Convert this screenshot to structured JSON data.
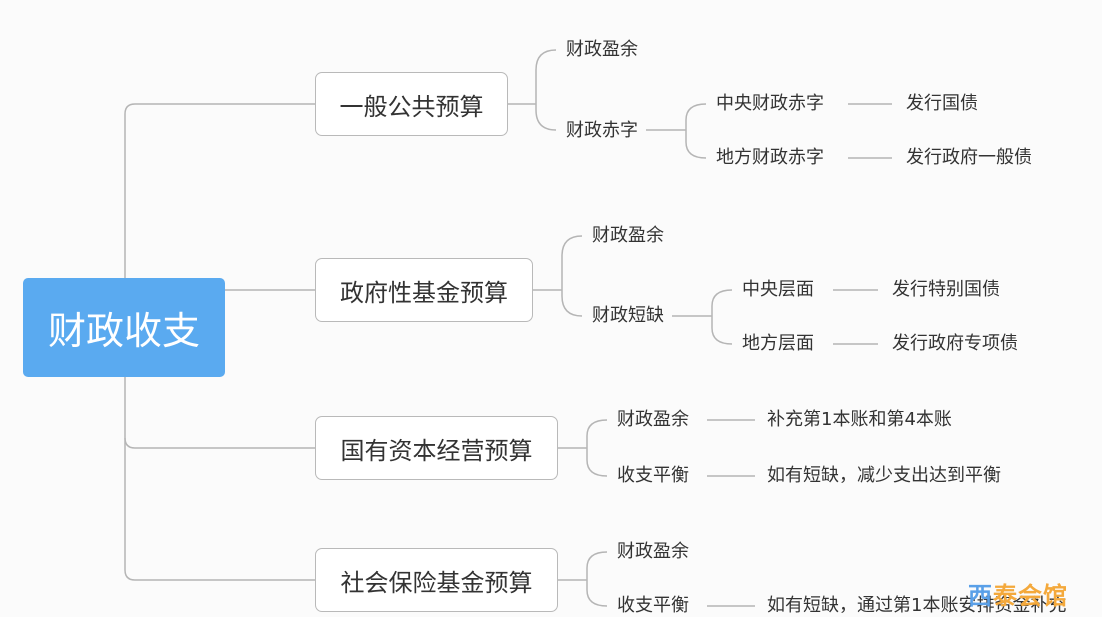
{
  "root": "财政收支",
  "branches": [
    {
      "label": "一般公共预算",
      "items": [
        {
          "label": "财政盈余"
        },
        {
          "label": "财政赤字",
          "children": [
            {
              "label": "中央财政赤字",
              "result": "发行国债"
            },
            {
              "label": "地方财政赤字",
              "result": "发行政府一般债"
            }
          ]
        }
      ]
    },
    {
      "label": "政府性基金预算",
      "items": [
        {
          "label": "财政盈余"
        },
        {
          "label": "财政短缺",
          "children": [
            {
              "label": "中央层面",
              "result": "发行特别国债"
            },
            {
              "label": "地方层面",
              "result": "发行政府专项债"
            }
          ]
        }
      ]
    },
    {
      "label": "国有资本经营预算",
      "items": [
        {
          "label": "财政盈余",
          "result": "补充第1本账和第4本账"
        },
        {
          "label": "收支平衡",
          "result": "如有短缺，减少支出达到平衡"
        }
      ]
    },
    {
      "label": "社会保险基金预算",
      "items": [
        {
          "label": "财政盈余"
        },
        {
          "label": "收支平衡",
          "result": "如有短缺，通过第1本账安排资金补充"
        }
      ]
    }
  ],
  "watermark": {
    "part1": "西",
    "part2": "泰会馆"
  },
  "colors": {
    "root": "#5aaaf0",
    "line": "#b5b5b5",
    "watermark": "#f4a93c"
  }
}
